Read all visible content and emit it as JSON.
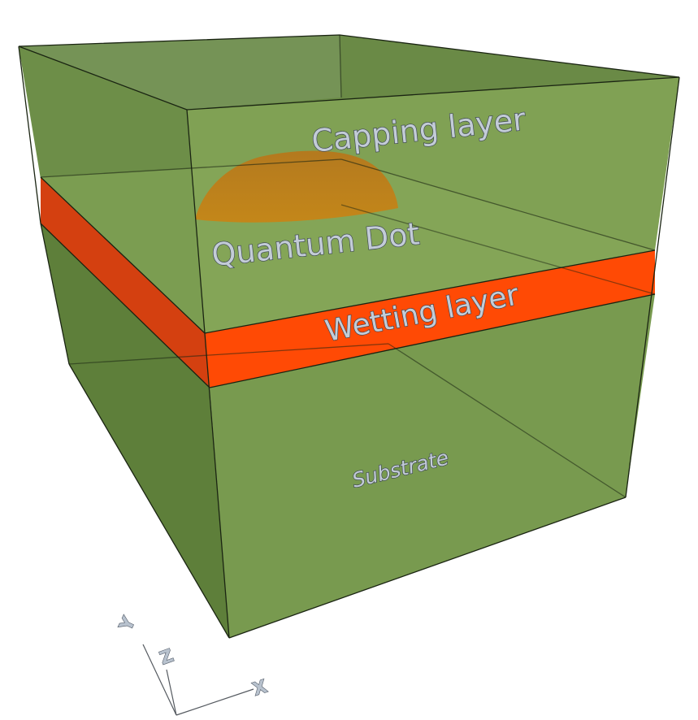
{
  "colors": {
    "green_layer": "#6f9447",
    "wetting_layer": "#ff4a05",
    "quantum_dot": "#c47a13",
    "edge": "#1a2412",
    "label_fill": "#c3ccd7",
    "label_stroke": "#3b4452"
  },
  "labels": {
    "capping": "Capping layer",
    "dot": "Quantum Dot",
    "wetting": "Wetting layer",
    "substrate": "Substrate"
  },
  "axes": {
    "x": "X",
    "y": "Y",
    "z": "Z"
  }
}
